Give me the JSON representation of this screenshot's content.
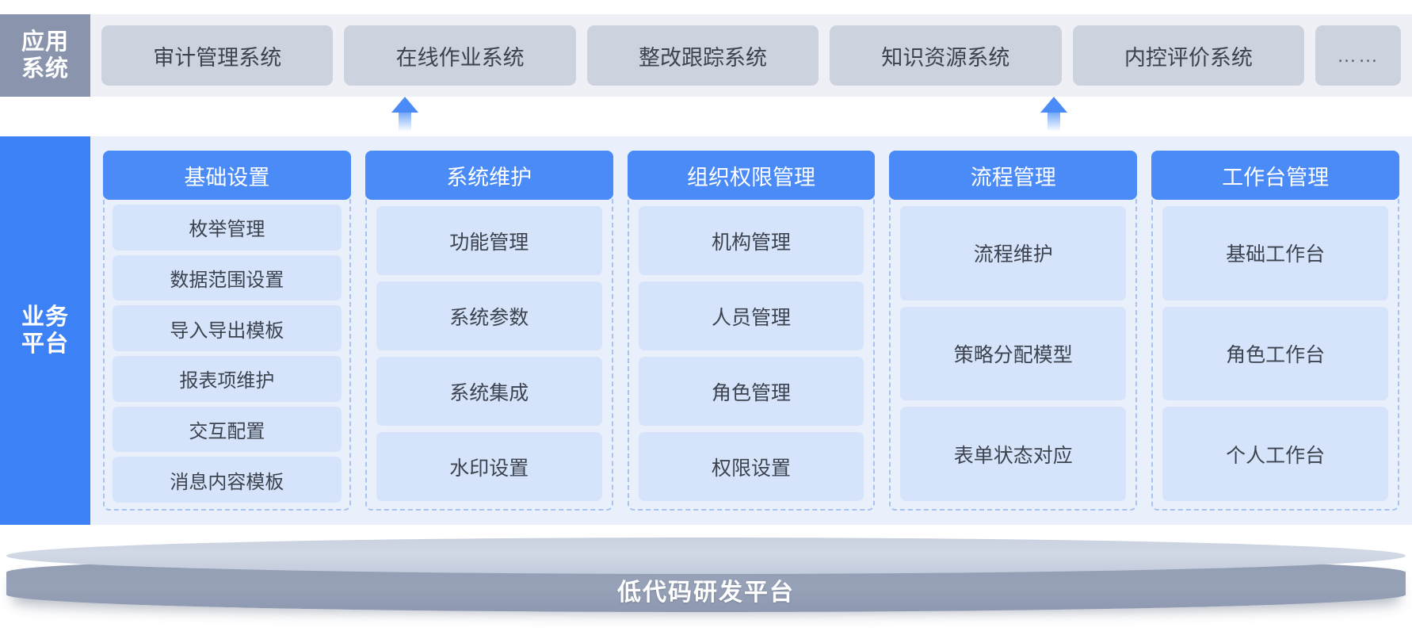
{
  "application_layer": {
    "label_line1": "应用",
    "label_line2": "系统",
    "systems": [
      {
        "name": "审计管理系统"
      },
      {
        "name": "在线作业系统"
      },
      {
        "name": "整改跟踪系统"
      },
      {
        "name": "知识资源系统"
      },
      {
        "name": "内控评价系统"
      },
      {
        "name": "……"
      }
    ]
  },
  "connectors": {
    "arrow_1": "up-arrow",
    "arrow_2": "up-arrow"
  },
  "business_platform": {
    "label_line1": "业务",
    "label_line2": "平台",
    "groups": [
      {
        "title": "基础设置",
        "items": [
          "枚举管理",
          "数据范围设置",
          "导入导出模板",
          "报表项维护",
          "交互配置",
          "消息内容模板"
        ]
      },
      {
        "title": "系统维护",
        "items": [
          "功能管理",
          "系统参数",
          "系统集成",
          "水印设置"
        ]
      },
      {
        "title": "组织权限管理",
        "items": [
          "机构管理",
          "人员管理",
          "角色管理",
          "权限设置"
        ]
      },
      {
        "title": "流程管理",
        "items": [
          "流程维护",
          "策略分配模型",
          "表单状态对应"
        ]
      },
      {
        "title": "工作台管理",
        "items": [
          "基础工作台",
          "角色工作台",
          "个人工作台"
        ]
      }
    ]
  },
  "foundation_platform": {
    "title": "低代码研发平台"
  },
  "colors": {
    "app_label_bg": "#8a95ad",
    "app_chip_bg": "#ccd3de",
    "app_strip_bg": "#eef0f5",
    "biz_label_bg": "#3d81f6",
    "biz_body_bg": "#eaf0fb",
    "group_head_bg": "#4a8bf7",
    "group_border": "#a8c3ef",
    "item_bg": "#d6e4fb",
    "platform_body": "#97a2b8",
    "platform_top": "#cbd3e1",
    "arrow": "#4a8bf7"
  }
}
